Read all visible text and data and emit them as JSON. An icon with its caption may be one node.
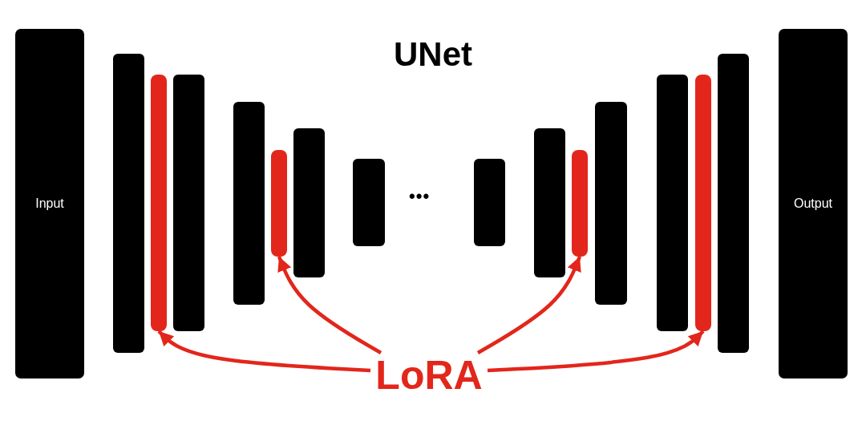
{
  "diagram": {
    "title": "UNet",
    "nodes": [
      {
        "text": [
          "Input"
        ]
      },
      {
        "text": [],
        "shape": "box"
      },
      {
        "text": [],
        "shape": "bar"
      },
      {
        "text": [],
        "shape": "box"
      },
      {
        "text": [],
        "shape": "box"
      },
      {
        "text": [],
        "shape": "bar"
      },
      {
        "text": [],
        "shape": "box"
      },
      {
        "text": [],
        "shape": "box"
      },
      {
        "text": [],
        "shape": "box"
      },
      {
        "text": [],
        "shape": "box"
      },
      {
        "text": [],
        "shape": "bar"
      },
      {
        "text": [],
        "shape": "box"
      },
      {
        "text": [],
        "shape": "box"
      },
      {
        "text": [],
        "shape": "bar"
      },
      {
        "text": [],
        "shape": "box"
      },
      {
        "text": [
          "Output"
        ]
      },
      {
        "text": [
          "LoRA"
        ]
      }
    ],
    "edges": [
      {
        "from": 16,
        "to": 2,
        "arrow": "to"
      },
      {
        "from": 16,
        "to": 5,
        "arrow": "to"
      },
      {
        "from": 16,
        "to": 10,
        "arrow": "to"
      },
      {
        "from": 16,
        "to": 13,
        "arrow": "to"
      }
    ],
    "labels": [
      "•••"
    ]
  }
}
